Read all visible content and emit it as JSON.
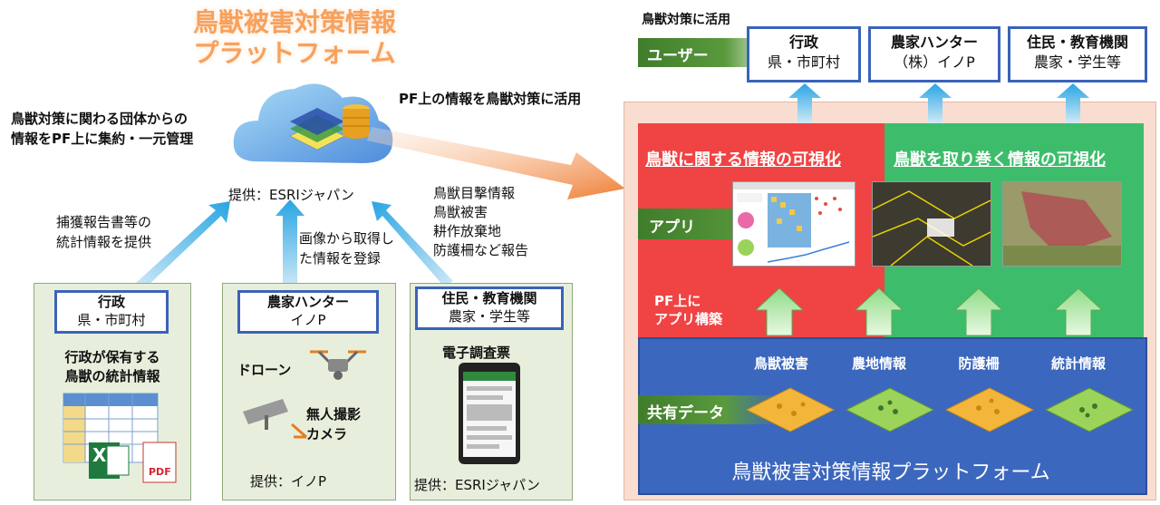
{
  "platform": {
    "title_line1": "鳥獣被害対策情報",
    "title_line2": "プラットフォーム",
    "provider": "提供：ESRIジャパン",
    "left_note_line1": "鳥獣対策に関わる団体からの",
    "left_note_line2": "情報をPF上に集約・一元管理"
  },
  "arrow_labels": {
    "main": "PF上の情報を鳥獣対策に活用",
    "gov_line1": "捕獲報告書等の",
    "gov_line2": "統計情報を提供",
    "hunter_line1": "画像から取得し",
    "hunter_line2": "た情報を登録",
    "resident_line1": "鳥獣目撃情報",
    "resident_line2": "鳥獣被害",
    "resident_line3": "耕作放棄地",
    "resident_line4": "防護柵など報告"
  },
  "sources": {
    "gov": {
      "role": "行政",
      "sub": "県・市町村",
      "desc_line1": "行政が保有する",
      "desc_line2": "鳥獣の統計情報",
      "excel_letter": "X",
      "pdf_text": "PDF"
    },
    "hunter": {
      "role": "農家ハンター",
      "sub": "イノP",
      "drone": "ドローン",
      "camera_line1": "無人撮影",
      "camera_line2": "カメラ",
      "provider": "提供：イノP"
    },
    "resident": {
      "role": "住民・教育機関",
      "sub": "農家・学生等",
      "survey": "電子調査票",
      "provider": "提供：ESRIジャパン"
    }
  },
  "right": {
    "header": "鳥獣対策に活用",
    "user_label": "ユーザー",
    "users": [
      {
        "role": "行政",
        "sub": "県・市町村"
      },
      {
        "role": "農家ハンター",
        "sub": "（株）イノP"
      },
      {
        "role": "住民・教育機関",
        "sub": "農家・学生等"
      }
    ],
    "vis_left": "鳥獣に関する情報の可視化",
    "vis_right": "鳥獣を取り巻く情報の可視化",
    "app_label": "アプリ",
    "build_line1": "PF上に",
    "build_line2": "アプリ構築",
    "shared_label": "共有データ",
    "data_items": [
      "鳥獣被害",
      "農地情報",
      "防護柵",
      "統計情報"
    ],
    "platform_name": "鳥獣被害対策情報プラットフォーム"
  },
  "colors": {
    "red_panel": "#f04343",
    "green_panel": "#3dbd6b",
    "blue_panel": "#3c67be",
    "outer_peach": "#f9ddd0",
    "box_border": "#3a63b8",
    "arrow_blue": "#29a5e3",
    "arrow_orange": "#ef7d33"
  }
}
